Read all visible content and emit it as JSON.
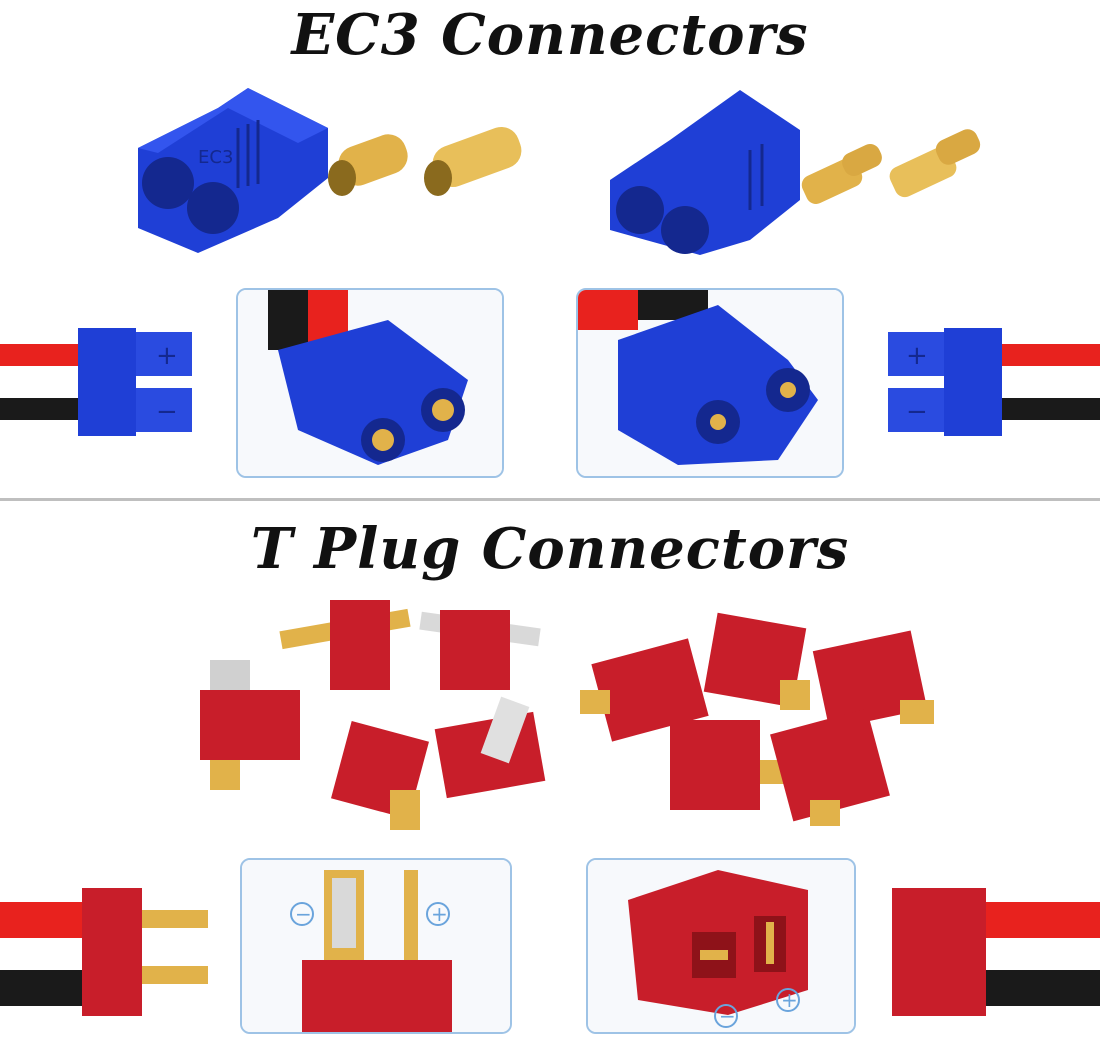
{
  "sections": {
    "ec3": {
      "title": "EC3 Connectors",
      "housing_label": "EC3",
      "plus": "+",
      "minus": "−"
    },
    "tplug": {
      "title": "T Plug Connectors",
      "plus": "+",
      "minus": "−"
    }
  },
  "colors": {
    "ec3_blue": "#1f3fd6",
    "ec3_blue_dark": "#14288f",
    "t_red": "#c81e2a",
    "t_red_dark": "#8e1219",
    "gold": "#e1b24a",
    "wire_red": "#e8221e",
    "wire_black": "#1a1a1a",
    "frame_border": "#9ec3e6"
  },
  "icons": [
    "ec3-housing",
    "gold-bullet-female",
    "gold-bullet-male",
    "deans-t-plug",
    "wire-pair"
  ]
}
